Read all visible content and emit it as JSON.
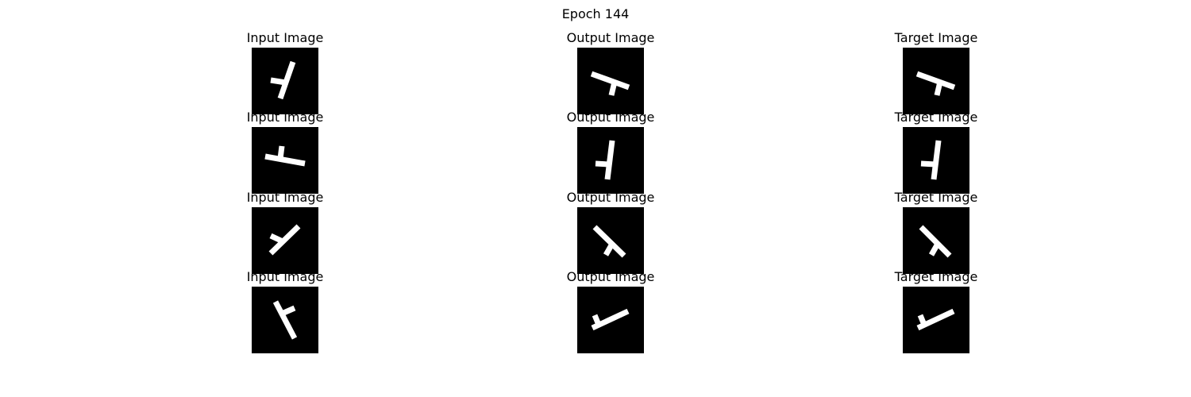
{
  "figure": {
    "title": "Epoch 144",
    "column_titles": [
      "Input Image",
      "Output Image",
      "Target Image"
    ]
  },
  "rows": [
    {
      "cells": [
        {
          "title": "Input Image"
        },
        {
          "title": "Output Image"
        },
        {
          "title": "Target Image"
        }
      ]
    },
    {
      "cells": [
        {
          "title": "Input Image"
        },
        {
          "title": "Output Image"
        },
        {
          "title": "Target Image"
        }
      ]
    },
    {
      "cells": [
        {
          "title": "Input Image"
        },
        {
          "title": "Output Image"
        },
        {
          "title": "Target Image"
        }
      ]
    },
    {
      "cells": [
        {
          "title": "Input Image"
        },
        {
          "title": "Output Image"
        },
        {
          "title": "Target Image"
        }
      ]
    }
  ]
}
